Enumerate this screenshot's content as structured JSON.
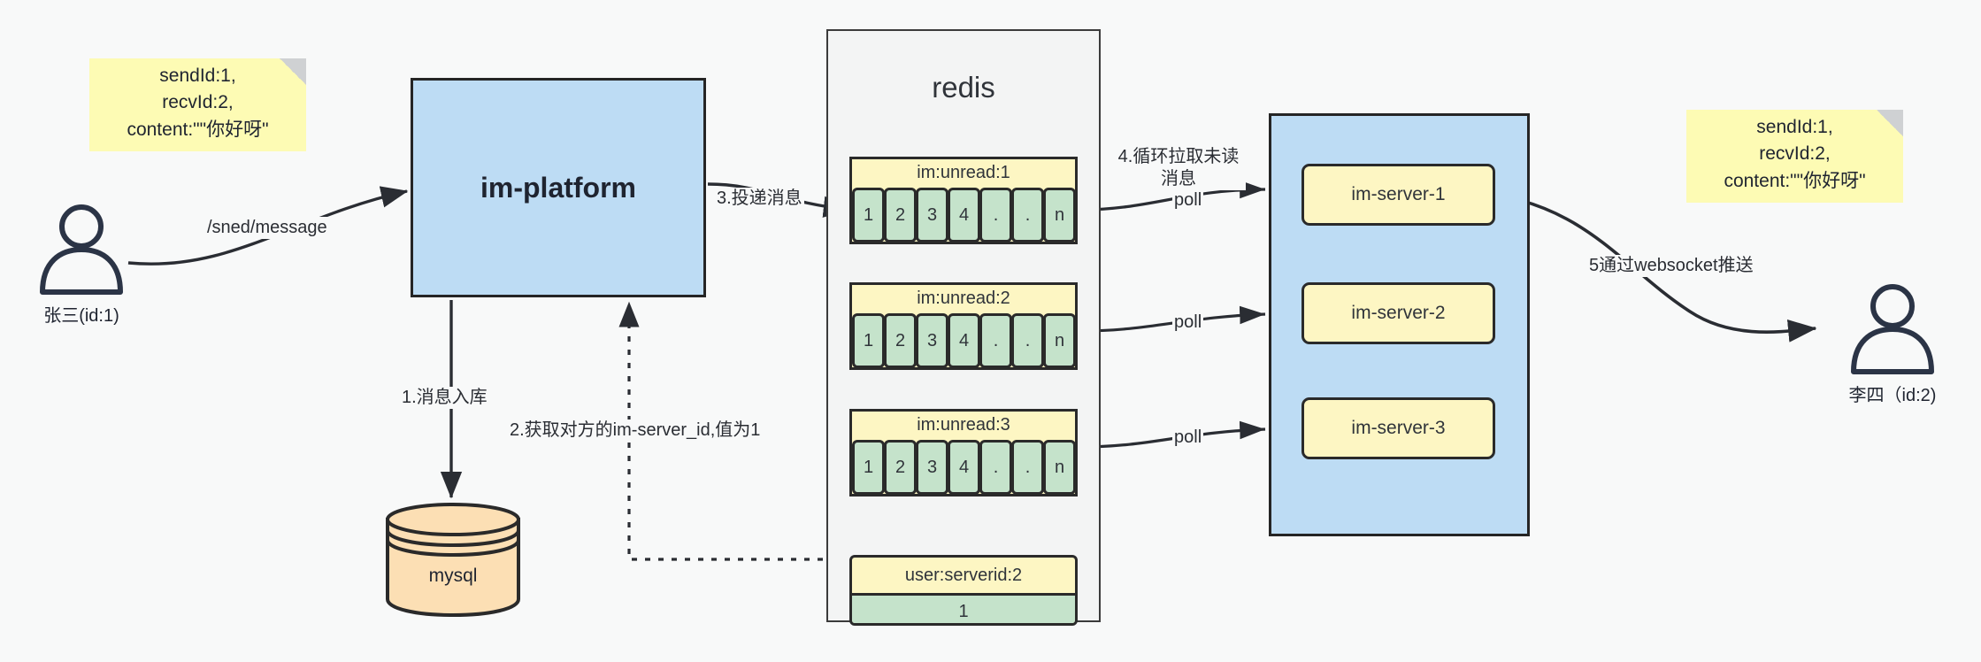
{
  "diagram": {
    "title_nodes": {
      "im_platform": "im-platform",
      "redis": "redis",
      "mysql": "mysql"
    },
    "notes": [
      {
        "id": "note-left",
        "text": "sendId:1,\nrecvId:2,\ncontent:\"\"你好呀\""
      },
      {
        "id": "note-right",
        "text": "sendId:1,\nrecvId:2,\ncontent:\"\"你好呀\""
      }
    ],
    "actors": [
      {
        "id": "actor-left",
        "label": "张三(id:1)"
      },
      {
        "id": "actor-right",
        "label": "李四（id:2)"
      }
    ],
    "redis": {
      "title": "redis",
      "queues": [
        {
          "key": "im:unread:1",
          "cells": [
            "1",
            "2",
            "3",
            "4",
            ".",
            ".",
            "n"
          ]
        },
        {
          "key": "im:unread:2",
          "cells": [
            "1",
            "2",
            "3",
            "4",
            ".",
            ".",
            "n"
          ]
        },
        {
          "key": "im:unread:3",
          "cells": [
            "1",
            "2",
            "3",
            "4",
            ".",
            ".",
            "n"
          ]
        }
      ],
      "kv": {
        "key": "user:serverid:2",
        "value": "1"
      }
    },
    "servers": [
      {
        "label": "im-server-1"
      },
      {
        "label": "im-server-2"
      },
      {
        "label": "im-server-3"
      }
    ],
    "edge_labels": {
      "send_message": "/sned/message",
      "step1": "1.消息入库",
      "step2": "2.获取对方的im-server_id,值为1",
      "step3": "3.投递消息",
      "step4": "4.循环拉取未读消息",
      "poll_1": "poll",
      "poll_2": "poll",
      "poll_3": "poll",
      "step5": "5通过websocket推送"
    },
    "colors": {
      "background": "#f8f9f9",
      "note_yellow": "#fdfbb4",
      "box_blue": "#bddcf4",
      "queue_yellow": "#fdf6c3",
      "cell_green": "#c5e3cb",
      "db_orange": "#fcdfb4",
      "stroke": "#2a2a2a",
      "actor_stroke": "#2b3446"
    }
  }
}
